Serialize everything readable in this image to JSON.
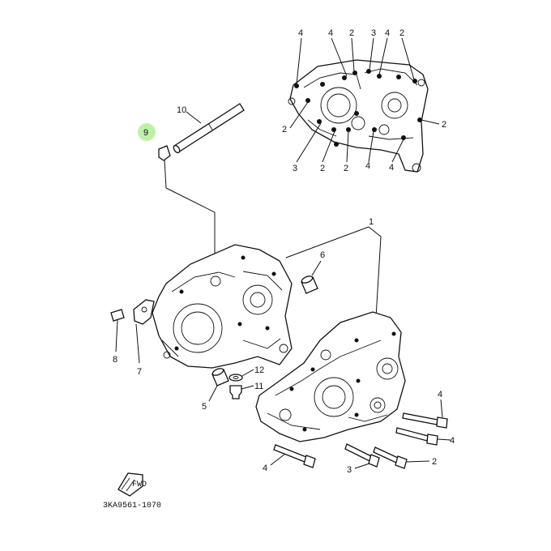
{
  "highlight_color": "#bff0a8",
  "line_color": "#111111",
  "callouts": {
    "c1": "1",
    "c2": "2",
    "c3": "3",
    "c4": "4",
    "c5": "5",
    "c6": "6",
    "c7": "7",
    "c8": "8",
    "c9": "9",
    "c10": "10",
    "c11": "11",
    "c12": "12"
  },
  "drawing_code": "3KA9561-1070",
  "fwd_mark": "FWD"
}
